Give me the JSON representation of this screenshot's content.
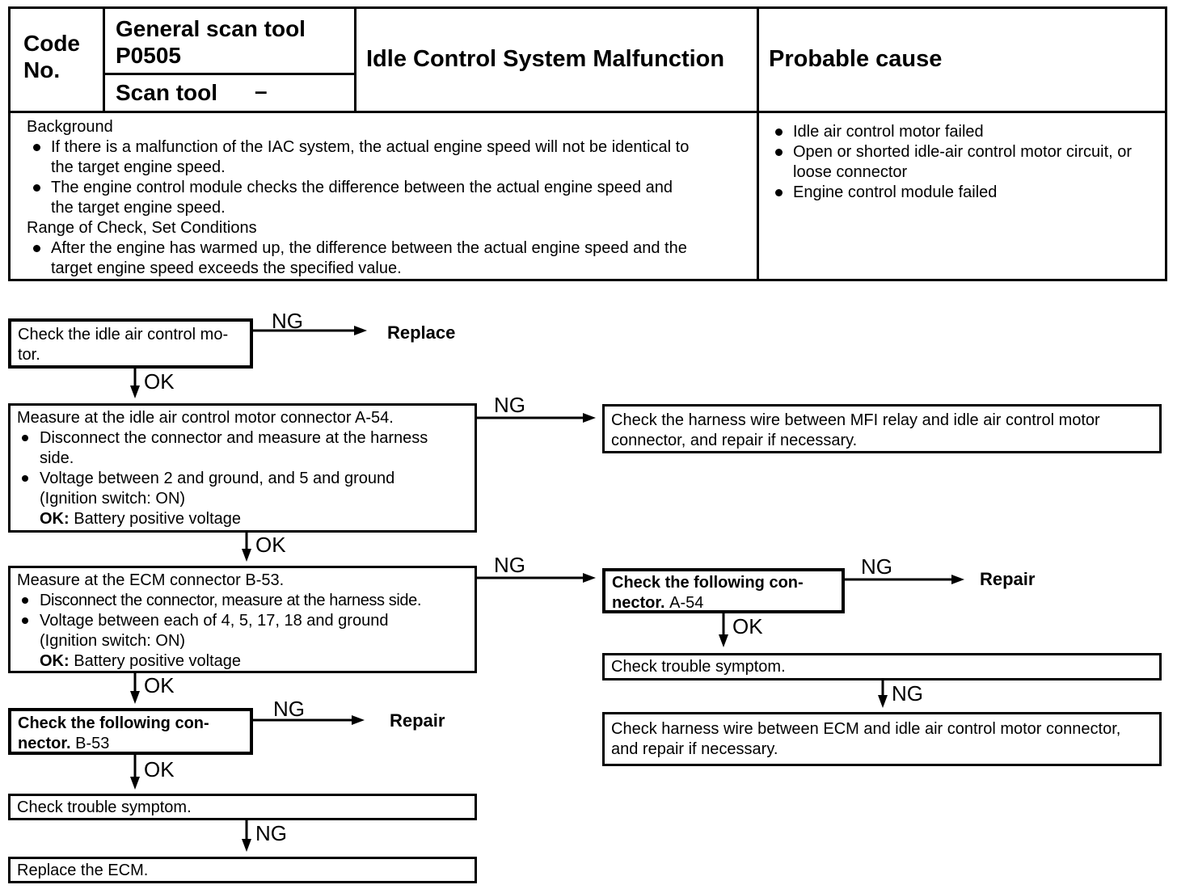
{
  "dtc_table": {
    "code_label": "Code No.",
    "general_scan_tool_label": "General scan tool",
    "general_scan_tool_value": "P0505",
    "scan_tool_label": "Scan tool",
    "scan_tool_value": "–",
    "title": "Idle Control System Malfunction",
    "probable_cause_label": "Probable cause",
    "background": {
      "heading": "Background",
      "items": [
        "If there is a malfunction of the IAC system, the actual engine speed will not be identical to the target engine speed.",
        "The engine control module checks the difference between the actual engine speed and the target engine speed."
      ]
    },
    "range": {
      "heading": "Range of Check, Set Conditions",
      "items": [
        "After the engine has warmed up, the difference between the actual engine speed and the target engine speed exceeds the specified value."
      ]
    },
    "probable_causes": [
      "Idle air control motor failed",
      "Open or shorted idle-air control motor circuit, or loose connector",
      "Engine control module failed"
    ]
  },
  "flow": {
    "ng": "NG",
    "ok": "OK",
    "replace": "Replace",
    "repair": "Repair",
    "box_check_iac": {
      "line1": "Check the idle air control mo-",
      "line2": "tor."
    },
    "box_measure_a54": {
      "title": "Measure at the idle air control motor connector A-54.",
      "bullet1": "Disconnect the connector and measure at the harness side.",
      "bullet2_line1": "Voltage between 2 and ground, and 5 and ground",
      "bullet2_line2": "(Ignition switch: ON)",
      "ok_label": "OK:",
      "ok_text": "Battery positive voltage"
    },
    "box_harness_mfi": "Check the harness wire between MFI relay and idle air control motor connector, and repair if necessary.",
    "box_measure_b53": {
      "title": "Measure at the ECM connector B-53.",
      "bullet1": "Disconnect the connector, measure at the harness side.",
      "bullet2_line1": "Voltage between each of 4, 5, 17, 18 and ground",
      "bullet2_line2": "(Ignition switch: ON)",
      "ok_label": "OK:",
      "ok_text": "Battery positive voltage"
    },
    "box_conn_a54": {
      "line1": "Check the following con-",
      "line2_bold": "nector.",
      "line2_code": "A-54"
    },
    "box_conn_b53": {
      "line1": "Check the following con-",
      "line2_bold": "nector.",
      "line2_code": "B-53"
    },
    "box_trouble_right": "Check trouble symptom.",
    "box_harness_ecm": "Check harness wire between ECM and idle air control motor connector, and repair if necessary.",
    "box_trouble_left": "Check trouble symptom.",
    "box_replace_ecm": "Replace the ECM."
  }
}
